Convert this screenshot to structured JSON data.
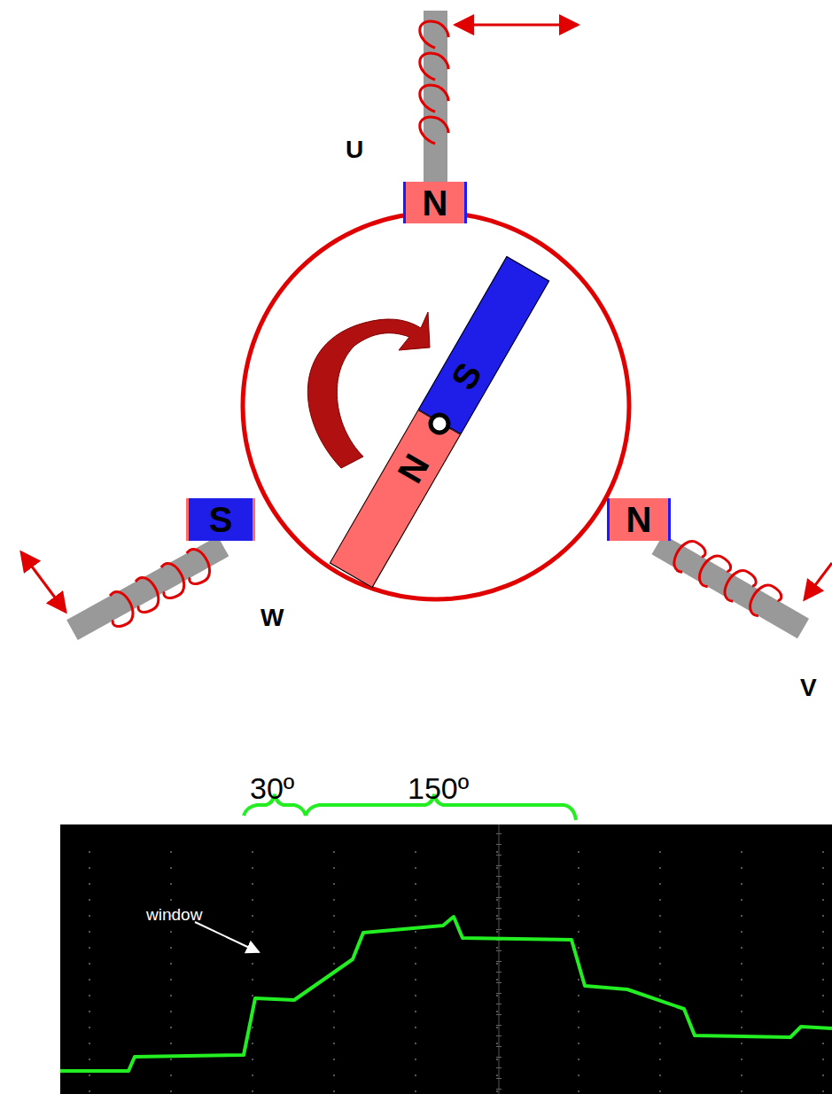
{
  "diagram": {
    "nodes": [
      {
        "text": [
          "N"
        ]
      },
      {
        "text": [
          "S"
        ]
      },
      {
        "text": [
          "N"
        ]
      },
      {
        "text": [
          "S"
        ]
      },
      {
        "text": [
          "N"
        ]
      }
    ],
    "labels": [
      "U",
      "W",
      "V",
      "30º",
      "150º",
      "window"
    ]
  }
}
